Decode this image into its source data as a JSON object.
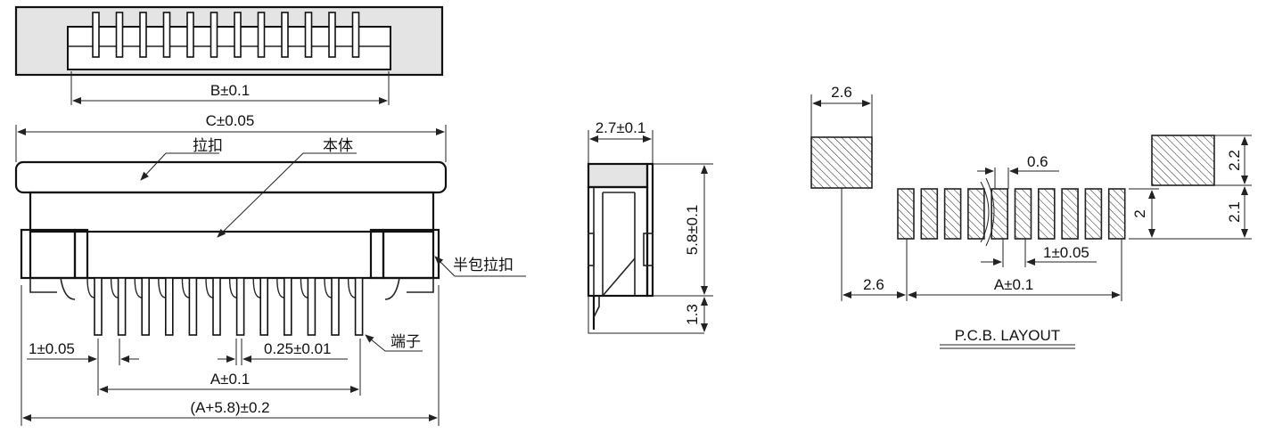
{
  "dimensions": {
    "b": "B±0.1",
    "c": "C±0.05",
    "pitch_front": "1±0.05",
    "pin_width": "0.25±0.01",
    "a_front": "A±0.1",
    "overall": "(A+5.8)±0.2",
    "side_width": "2.7±0.1",
    "side_height": "5.8±0.1",
    "side_lead": "1.3",
    "pcb_pad_width": "2.6",
    "pcb_trace_width": "0.6",
    "pcb_pad_h1": "2.2",
    "pcb_pad_h2": "2.1",
    "pcb_trace_h": "2",
    "pcb_pitch": "1±0.05",
    "pcb_offset": "2.6",
    "pcb_a": "A±0.1"
  },
  "labels": {
    "latch": "拉扣",
    "body": "本体",
    "half_latch": "半包拉扣",
    "terminal": "端子"
  },
  "pcb_title": "P.C.B. LAYOUT"
}
